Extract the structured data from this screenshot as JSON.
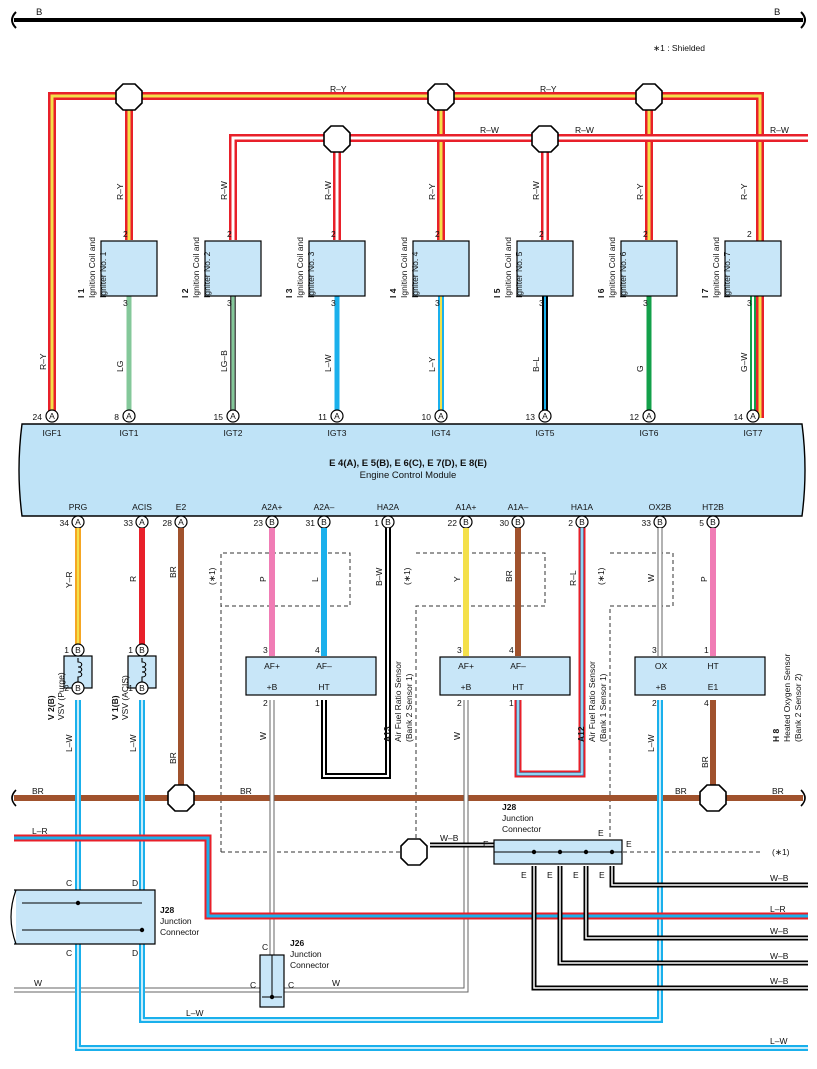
{
  "shield_note": "∗1 : Shielded",
  "shield_mark": "(∗1)",
  "main_bus": "B",
  "ecm": {
    "code": "E 4(A), E 5(B), E 6(C), E 7(D), E 8(E)",
    "name": "Engine Control Module",
    "top_terminals": [
      {
        "pin": "24",
        "conn": "A",
        "label": "IGF1"
      },
      {
        "pin": "8",
        "conn": "A",
        "label": "IGT1"
      },
      {
        "pin": "15",
        "conn": "A",
        "label": "IGT2"
      },
      {
        "pin": "11",
        "conn": "A",
        "label": "IGT3"
      },
      {
        "pin": "10",
        "conn": "A",
        "label": "IGT4"
      },
      {
        "pin": "13",
        "conn": "A",
        "label": "IGT5"
      },
      {
        "pin": "12",
        "conn": "A",
        "label": "IGT6"
      },
      {
        "pin": "14",
        "conn": "A",
        "label": "IGT7"
      }
    ],
    "bottom_terminals": [
      {
        "pin": "34",
        "conn": "A",
        "label": "PRG"
      },
      {
        "pin": "33",
        "conn": "A",
        "label": "ACIS"
      },
      {
        "pin": "28",
        "conn": "A",
        "label": "E2"
      },
      {
        "pin": "23",
        "conn": "B",
        "label": "A2A+"
      },
      {
        "pin": "31",
        "conn": "B",
        "label": "A2A–"
      },
      {
        "pin": "1",
        "conn": "B",
        "label": "HA2A"
      },
      {
        "pin": "22",
        "conn": "B",
        "label": "A1A+"
      },
      {
        "pin": "30",
        "conn": "B",
        "label": "A1A–"
      },
      {
        "pin": "2",
        "conn": "B",
        "label": "HA1A"
      },
      {
        "pin": "33",
        "conn": "B",
        "label": "OX2B"
      },
      {
        "pin": "5",
        "conn": "B",
        "label": "HT2B"
      }
    ]
  },
  "coils": [
    {
      "code": "I 1",
      "name1": "Ignition Coil and",
      "name2": "Igniter No. 1",
      "supply": "R–Y",
      "signal": "LG",
      "pin_top": "2",
      "pin_bottom": "3"
    },
    {
      "code": "I 2",
      "name1": "Ignition Coil and",
      "name2": "Igniter No. 2",
      "supply": "R–W",
      "signal": "LG–B",
      "pin_top": "2",
      "pin_bottom": "3"
    },
    {
      "code": "I 3",
      "name1": "Ignition Coil and",
      "name2": "Igniter No. 3",
      "supply": "R–W",
      "signal": "L–W",
      "pin_top": "2",
      "pin_bottom": "3"
    },
    {
      "code": "I 4",
      "name1": "Ignition Coil and",
      "name2": "Igniter No. 4",
      "supply": "R–Y",
      "signal": "L–Y",
      "pin_top": "2",
      "pin_bottom": "3"
    },
    {
      "code": "I 5",
      "name1": "Ignition Coil and",
      "name2": "Igniter No. 5",
      "supply": "R–W",
      "signal": "B–L",
      "pin_top": "2",
      "pin_bottom": "3"
    },
    {
      "code": "I 6",
      "name1": "Ignition Coil and",
      "name2": "Igniter No. 6",
      "supply": "R–Y",
      "signal": "G",
      "pin_top": "2",
      "pin_bottom": "3"
    },
    {
      "code": "I 7",
      "name1": "Ignition Coil and",
      "name2": "Igniter No. 7",
      "supply": "R–Y",
      "signal": "G–W",
      "pin_top": "2",
      "pin_bottom": "3"
    }
  ],
  "igf_wire": "R–Y",
  "bus_labels": {
    "ry": "R–Y",
    "rw": "R–W"
  },
  "vsvs": [
    {
      "code": "V 2(B)",
      "name": "VSV (Purge)",
      "pin_top": "1",
      "pin_bottom": "2",
      "conn": "B"
    },
    {
      "code": "V 1(B)",
      "name": "VSV (ACIS)",
      "pin_top": "1",
      "pin_bottom": "1",
      "conn": "B"
    }
  ],
  "sensors": [
    {
      "code": "A13",
      "name1": "Air Fuel Ratio Sensor",
      "name2": "(Bank 2 Sensor 1)",
      "t1": "AF+",
      "t2": "AF–",
      "t3": "+B",
      "t4": "HT",
      "p1": "3",
      "p2": "4",
      "p3": "2",
      "p4": "1"
    },
    {
      "code": "A12",
      "name1": "Air Fuel Ratio Sensor",
      "name2": "(Bank 1 Sensor 1)",
      "t1": "AF+",
      "t2": "AF–",
      "t3": "+B",
      "t4": "HT",
      "p1": "3",
      "p2": "4",
      "p3": "2",
      "p4": "1"
    },
    {
      "code": "H 8",
      "name1": "Heated Oxygen Sensor",
      "name2": "(Bank 2 Sensor 2)",
      "t1": "OX",
      "t2": "HT",
      "t3": "+B",
      "t4": "E1",
      "p1": "3",
      "p2": "1",
      "p3": "2",
      "p4": "4"
    }
  ],
  "wires": {
    "prg": "Y–R",
    "acis": "R",
    "e2": "BR",
    "a2ap": "P",
    "a2am": "L",
    "ha2a": "B–W",
    "a1ap": "Y",
    "a1am": "BR",
    "ha1a": "R–L",
    "ox2b": "W",
    "ht2b": "P",
    "lw": "L–W",
    "w": "W",
    "br": "BR",
    "lr": "L–R",
    "wb": "W–B"
  },
  "junctions": {
    "j28_top": {
      "code": "J28",
      "name1": "Junction",
      "name2": "Connector",
      "pin": "E"
    },
    "j28_left": {
      "code": "J28",
      "name1": "Junction",
      "name2": "Connector",
      "p1": "C",
      "p2": "D"
    },
    "j26": {
      "code": "J26",
      "name1": "Junction",
      "name2": "Connector",
      "pin": "C"
    }
  },
  "colors": {
    "red": "#e8202a",
    "yellow": "#f4e04a",
    "orange": "#f5a623",
    "cyan": "#1ab0ec",
    "brown": "#a0522d",
    "pink": "#f07cb5",
    "lightgreen": "#84c89a",
    "green": "#13a04a",
    "box": "#c8e6f8",
    "ecm": "#bfe3f7"
  }
}
